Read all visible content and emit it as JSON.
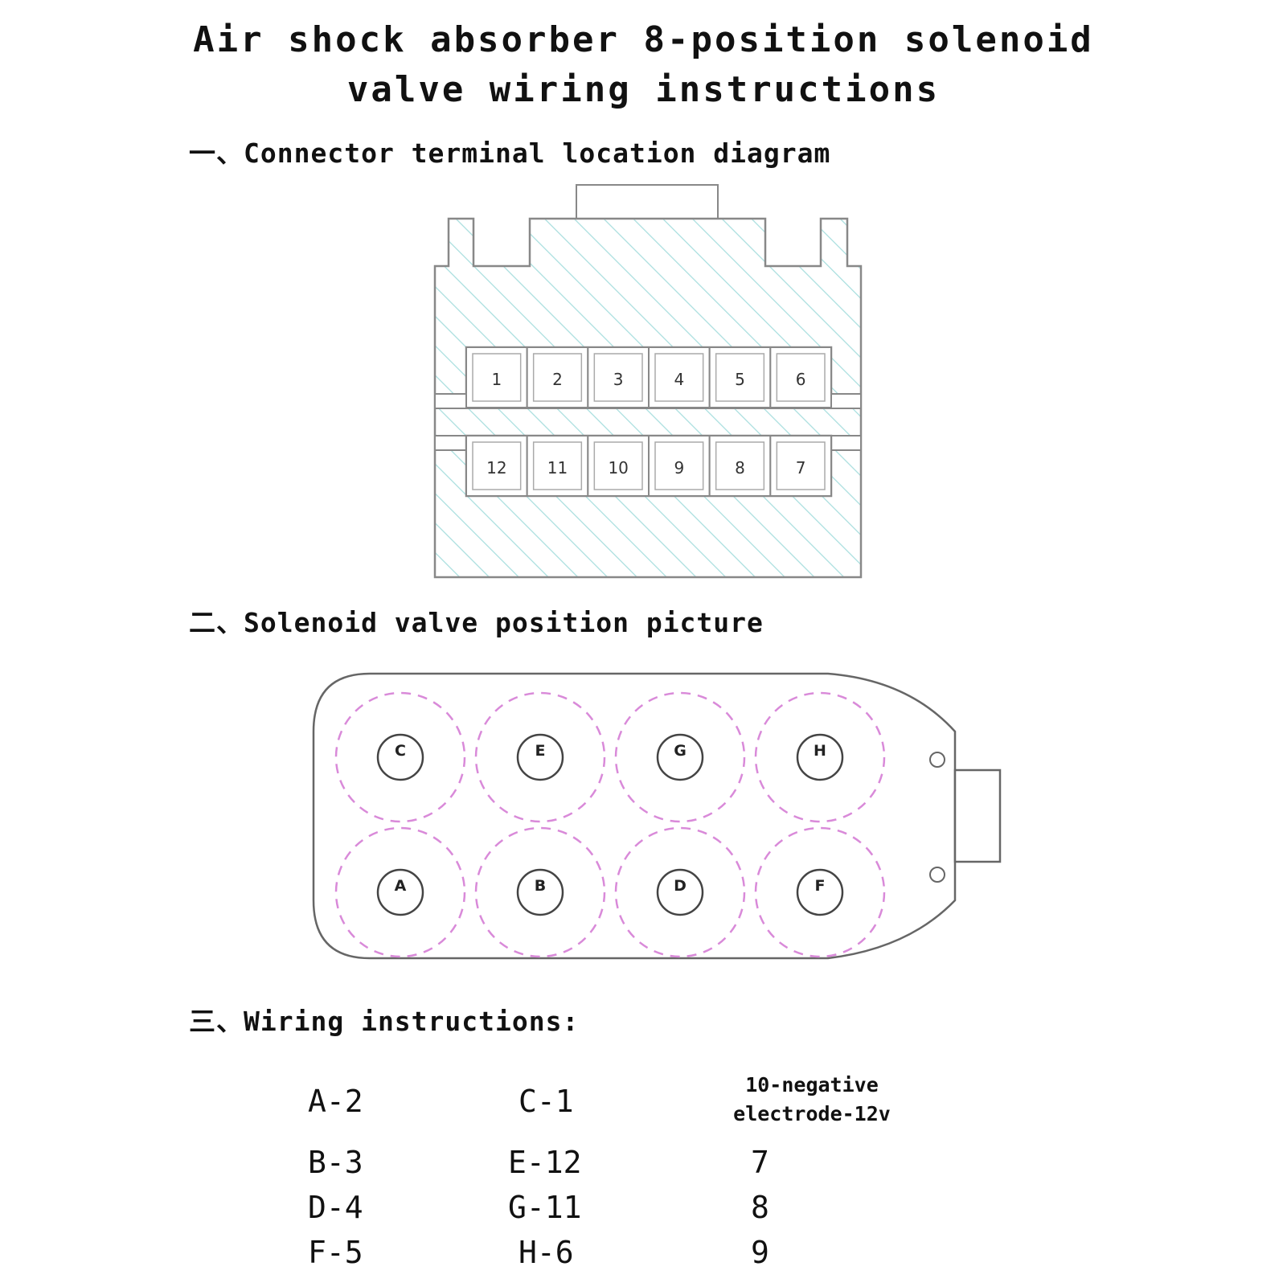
{
  "title_line1": "Air shock absorber 8-position solenoid",
  "title_line2": "valve wiring instructions",
  "sections": {
    "connector": "一、Connector terminal location diagram",
    "valve": "二、Solenoid valve position picture",
    "wiring": "三、Wiring instructions:"
  },
  "connector": {
    "top_row": [
      "1",
      "2",
      "3",
      "4",
      "5",
      "6"
    ],
    "bottom_row": [
      "12",
      "11",
      "10",
      "9",
      "8",
      "7"
    ],
    "hatch_color": "#a8dede"
  },
  "valves": {
    "top_row": [
      "C",
      "E",
      "G",
      "H"
    ],
    "bottom_row": [
      "A",
      "B",
      "D",
      "F"
    ],
    "dash_color": "#d98ad9"
  },
  "wiring": {
    "col1": [
      "A-2",
      "B-3",
      "D-4",
      "F-5"
    ],
    "col2": [
      "C-1",
      "E-12",
      "G-11",
      "H-6"
    ],
    "col3_header_line1": "10-negative",
    "col3_header_line2": "electrode-12v",
    "col3": [
      "7",
      "8",
      "9"
    ]
  }
}
